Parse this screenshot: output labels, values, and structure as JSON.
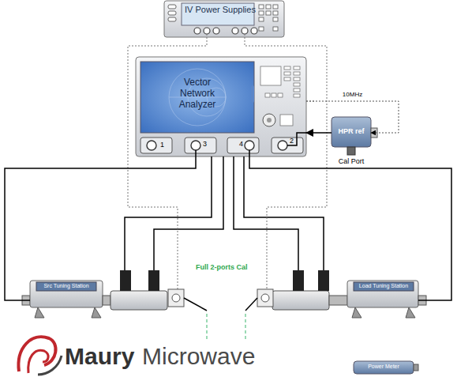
{
  "diagram": {
    "nodes": [
      {
        "text": [
          "IV Power Supplies"
        ]
      },
      {
        "text": [
          "Vector Network Analyzer"
        ]
      },
      {
        "text": [
          "HPR ref",
          "Cal Port"
        ]
      },
      {
        "text": [
          "Src Tuning Station"
        ]
      },
      {
        "text": [
          "Load Tuning Station"
        ]
      },
      {
        "text": [
          "Power Meter"
        ]
      }
    ],
    "edges": [
      {
        "from": 2,
        "to": 1,
        "arrow": "to"
      },
      {
        "from": 1,
        "to": 2,
        "label": "10MHz",
        "arrow": "to"
      },
      {
        "from": 1,
        "to": 3,
        "arrow": "none"
      },
      {
        "from": 1,
        "to": 4,
        "arrow": "none"
      }
    ],
    "labels": [
      "1",
      "3",
      "4",
      "2",
      "Full 2-ports Cal",
      "Maury",
      "Microwave"
    ]
  }
}
